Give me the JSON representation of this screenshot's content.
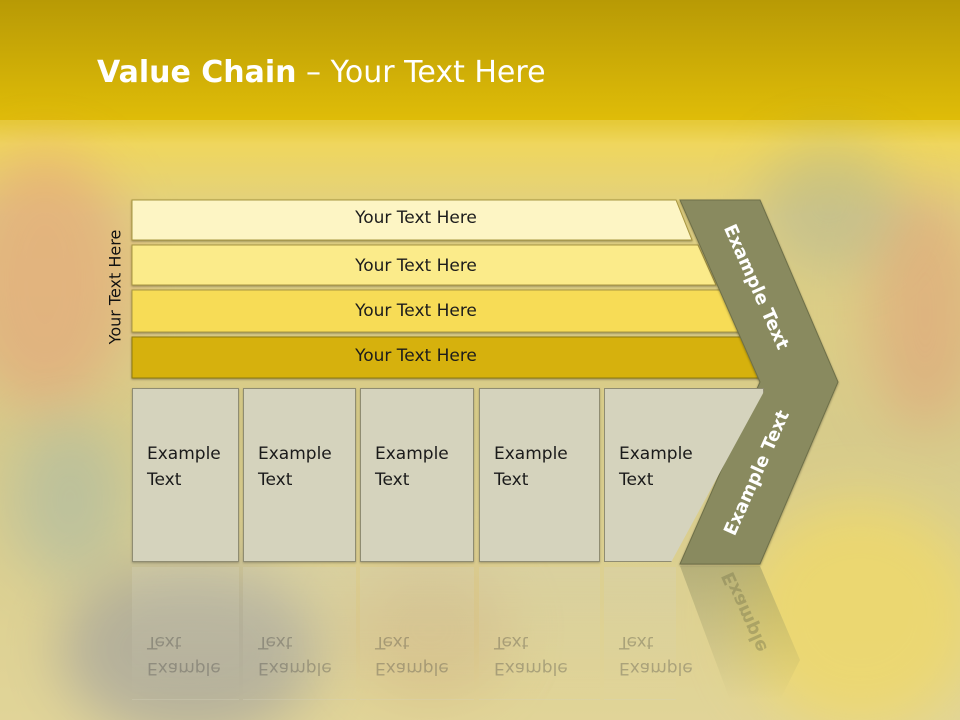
{
  "title": {
    "bold": "Value Chain",
    "rest": " – Your Text Here"
  },
  "side_label": "Your Text Here",
  "rows": [
    "Your Text Here",
    "Your Text Here",
    "Your Text Here",
    "Your Text Here"
  ],
  "columns": [
    {
      "line1": "Example",
      "line2": "Text"
    },
    {
      "line1": "Example",
      "line2": "Text"
    },
    {
      "line1": "Example",
      "line2": "Text"
    },
    {
      "line1": "Example",
      "line2": "Text"
    },
    {
      "line1": "Example",
      "line2": "Text"
    }
  ],
  "chevron": {
    "top": "Example Text",
    "bottom": "Example Text",
    "reflection": "Example"
  },
  "colors": {
    "header": "#c9a905",
    "row1": "#fdf5c4",
    "row2": "#fbeb8a",
    "row3": "#f7dc57",
    "row4": "#d6b107",
    "chevron": "#898a5e",
    "column": "#d5d3bd"
  }
}
